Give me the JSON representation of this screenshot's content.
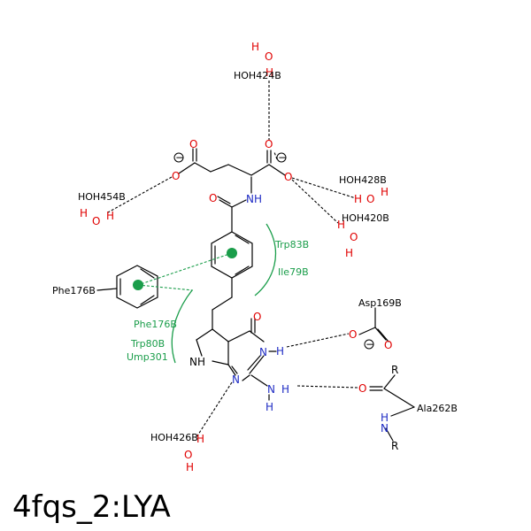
{
  "title": "4fqs_2:LYA",
  "colors": {
    "oxygen": "#e00000",
    "nitrogen": "#1f2cc4",
    "hydrophobic": "#1a9d4a",
    "bond": "#000000"
  },
  "waters": {
    "hoh424": "HOH424B",
    "hoh428": "HOH428B",
    "hoh420": "HOH420B",
    "hoh454": "HOH454B",
    "hoh426": "HOH426B"
  },
  "residues": {
    "phe176_stack": "Phe176B",
    "trp83": "Trp83B",
    "ile79": "Ile79B",
    "phe176_hyd": "Phe176B",
    "trp80": "Trp80B",
    "ump301": "Ump301",
    "asp169": "Asp169B",
    "ala262": "Ala262B"
  },
  "atoms": {
    "O": "O",
    "N": "N",
    "H": "H",
    "NH": "NH",
    "R": "R",
    "charge": "−"
  }
}
